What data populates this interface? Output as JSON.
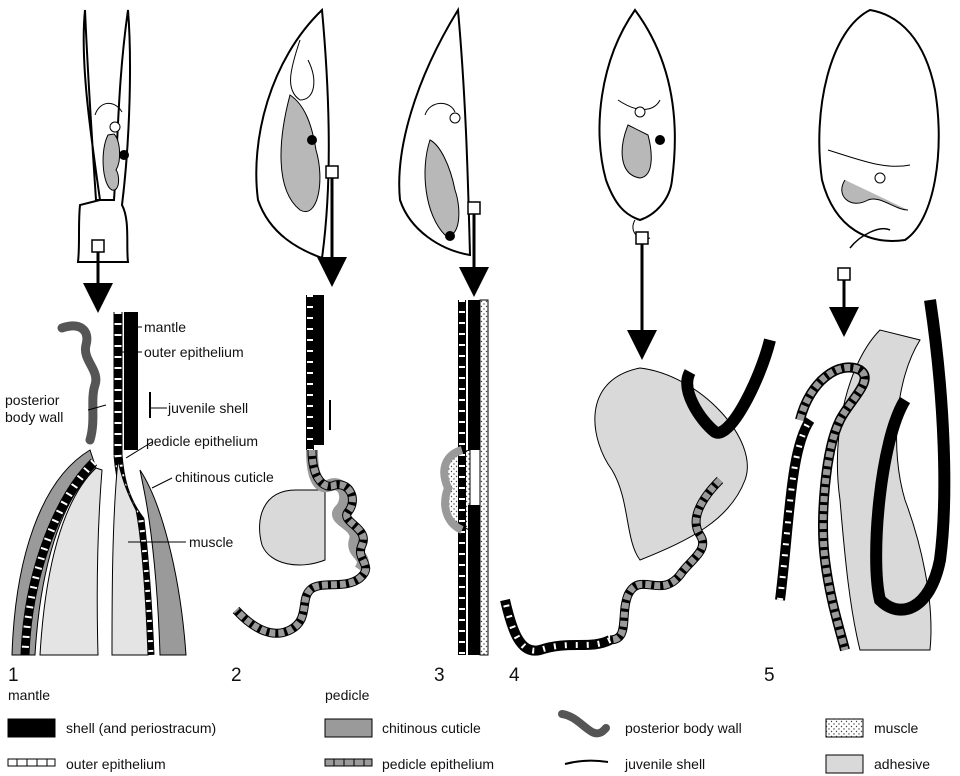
{
  "stage_numbers": [
    "1",
    "2",
    "3",
    "4",
    "5"
  ],
  "labels": {
    "mantle": "mantle",
    "outer_epithelium": "outer epithelium",
    "posterior_body_wall": [
      "posterior",
      "body wall"
    ],
    "juvenile_shell": "juvenile shell",
    "pedicle_epithelium": "pedicle epithelium",
    "chitinous_cuticle": "chitinous cuticle",
    "muscle": "muscle"
  },
  "legend": {
    "mantle_header": "mantle",
    "pedicle_header": "pedicle",
    "items": {
      "shell": "shell (and periostracum)",
      "outer_epithelium": "outer epithelium",
      "chitinous_cuticle": "chitinous cuticle",
      "pedicle_epithelium": "pedicle epithelium",
      "posterior_body_wall": "posterior body wall",
      "juvenile_shell": "juvenile shell",
      "muscle": "muscle",
      "adhesive": "adhesive"
    }
  },
  "colors": {
    "shell": "#000000",
    "cuticle": "#9a9a9a",
    "body_wall": "#555555",
    "adhesive": "#d9d9d9",
    "muscle_fill": "#e4e4e4",
    "organ": "#b8b8b8"
  }
}
